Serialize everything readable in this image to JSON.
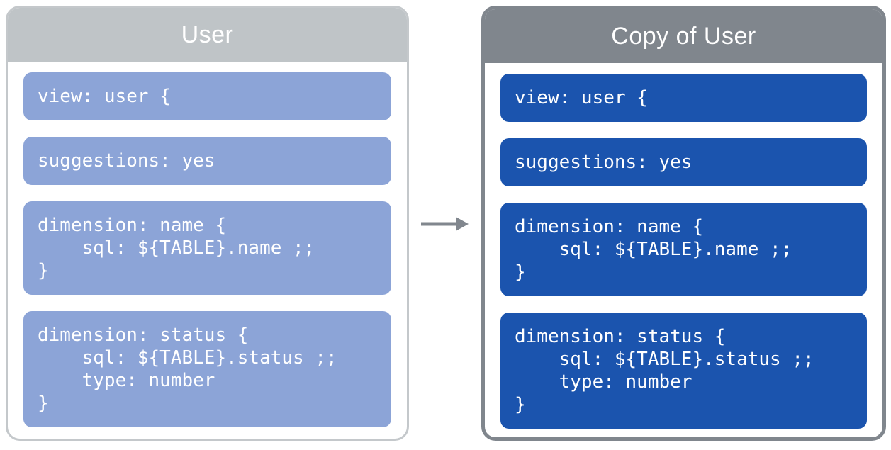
{
  "colors": {
    "left_header_bg": "#BFC4C7",
    "left_panel_border": "#C4C8CB",
    "left_block_bg": "#8CA4D7",
    "right_header_bg": "#80868D",
    "right_panel_border": "#80868D",
    "right_block_bg": "#1B54AE",
    "arrow": "#81878E",
    "text": "#FFFFFF",
    "background": "#FFFFFF"
  },
  "arrow": {
    "icon": "right-arrow"
  },
  "panels": [
    {
      "id": "user",
      "title": "User",
      "blocks": [
        {
          "lines": [
            "view: user {"
          ]
        },
        {
          "lines": [
            "suggestions: yes"
          ]
        },
        {
          "lines": [
            "dimension: name {",
            "    sql: ${TABLE}.name ;;",
            "}"
          ]
        },
        {
          "lines": [
            "dimension: status {",
            "    sql: ${TABLE}.status ;;",
            "    type: number",
            "}"
          ]
        }
      ]
    },
    {
      "id": "copy-of-user",
      "title": "Copy of User",
      "blocks": [
        {
          "lines": [
            "view: user {"
          ]
        },
        {
          "lines": [
            "suggestions: yes"
          ]
        },
        {
          "lines": [
            "dimension: name {",
            "    sql: ${TABLE}.name ;;",
            "}"
          ]
        },
        {
          "lines": [
            "dimension: status {",
            "    sql: ${TABLE}.status ;;",
            "    type: number",
            "}"
          ]
        }
      ]
    }
  ]
}
